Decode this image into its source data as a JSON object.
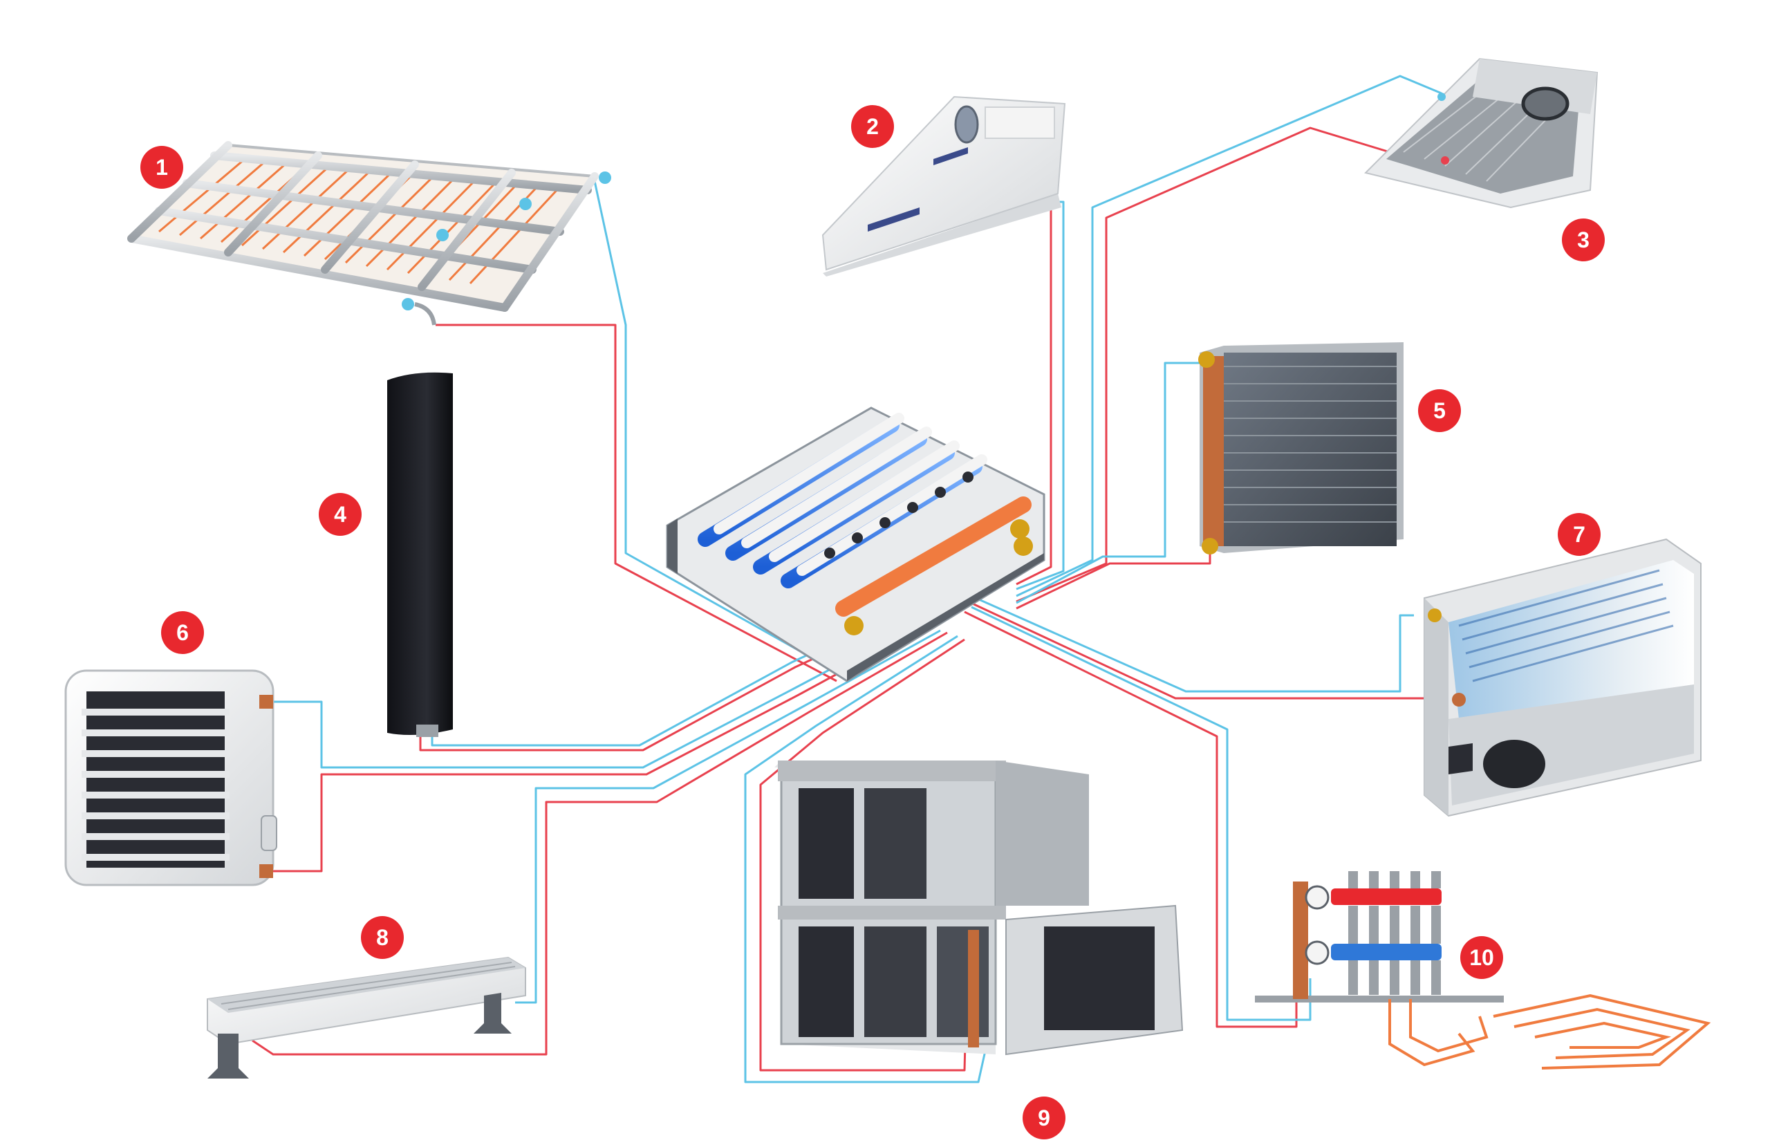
{
  "colors": {
    "supply_line": "#e8414e",
    "return_line": "#5cc3e6",
    "badge": "#e8282e",
    "badge_text": "#ffffff",
    "copper_pipe": "#f07b3f",
    "steel": "#c8ccd0",
    "dark_panel": "#1c1d22"
  },
  "labels": {
    "ceiling_panel": "1",
    "ceiling_cassette_slot": "2",
    "ceiling_cassette_square": "3",
    "vertical_radiator": "4",
    "heat_exchanger_coil": "5",
    "unit_heater": "6",
    "fan_coil_unit": "7",
    "floor_convector": "8",
    "air_handling_unit": "9",
    "underfloor_manifold": "10"
  }
}
